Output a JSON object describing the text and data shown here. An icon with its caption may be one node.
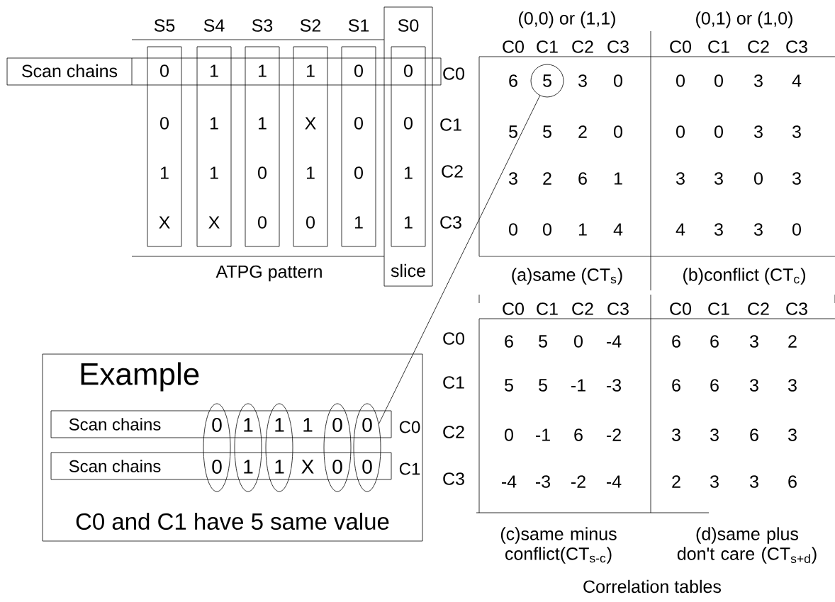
{
  "diagram": {
    "nodes": [
      {
        "text": [
          "Scan chains"
        ]
      },
      {
        "text": [
          "S5",
          "0",
          "0",
          "1",
          "X"
        ]
      },
      {
        "text": [
          "S4",
          "1",
          "1",
          "1",
          "X"
        ]
      },
      {
        "text": [
          "S3",
          "1",
          "1",
          "0",
          "0"
        ]
      },
      {
        "text": [
          "S2",
          "1",
          "X",
          "1",
          "0"
        ]
      },
      {
        "text": [
          "S1",
          "0",
          "0",
          "0",
          "1"
        ]
      },
      {
        "text": [
          "S0",
          "slice"
        ]
      },
      {
        "text": [
          "0",
          "0",
          "1",
          "1"
        ],
        "in": 6
      },
      {
        "text": [
          "5"
        ]
      },
      {
        "text": [
          "Example",
          "C0 and C1 have 5 same value"
        ]
      },
      {
        "text": [
          "Scan chains",
          "1"
        ],
        "beside": [
          "C0"
        ],
        "in": 9
      },
      {
        "text": [
          "Scan chains",
          "X"
        ],
        "beside": [
          "C1"
        ],
        "in": 9
      },
      {
        "text": [
          "0",
          "0"
        ],
        "in": 9
      },
      {
        "text": [
          "1",
          "1"
        ],
        "in": 9
      },
      {
        "text": [
          "1",
          "1"
        ],
        "in": 9
      },
      {
        "text": [
          "0",
          "0"
        ],
        "in": 9
      },
      {
        "text": [
          "0",
          "0"
        ],
        "in": 9
      }
    ],
    "edges": [
      {
        "from": 8,
        "to": 16,
        "arrow": "none"
      }
    ],
    "labels": [
      "ATPG pattern",
      "(0,0) or (1,1)",
      "(0,1) or (1,0)",
      "C0",
      "C1",
      "C2",
      "C3",
      "C0",
      "C1",
      "C2",
      "C3",
      "C0",
      "6",
      "3",
      "0",
      "0",
      "0",
      "3",
      "4",
      "C1",
      "5",
      "5",
      "2",
      "0",
      "0",
      "0",
      "3",
      "3",
      "C2",
      "3",
      "2",
      "6",
      "1",
      "3",
      "3",
      "0",
      "3",
      "C3",
      "0",
      "0",
      "1",
      "4",
      "4",
      "3",
      "3",
      "0",
      "(a)same (CT$_{s}$)",
      "(b)conflict (CT$_{c}$)",
      "C0",
      "C1",
      "C2",
      "C3",
      "C0",
      "C1",
      "C2",
      "C3",
      "C0",
      "6",
      "5",
      "0",
      "-4",
      "6",
      "6",
      "3",
      "2",
      "C1",
      "5",
      "5",
      "-1",
      "-3",
      "6",
      "6",
      "3",
      "3",
      "C2",
      "0",
      "-1",
      "6",
      "-2",
      "3",
      "3",
      "6",
      "3",
      "C3",
      "-4",
      "-3",
      "-2",
      "-4",
      "2",
      "3",
      "3",
      "6",
      "(c)same minus conflict(CT$_{s-c}$)",
      "(d)same plus don't care (CT$_{s+d}$)",
      "Correlation tables"
    ]
  }
}
